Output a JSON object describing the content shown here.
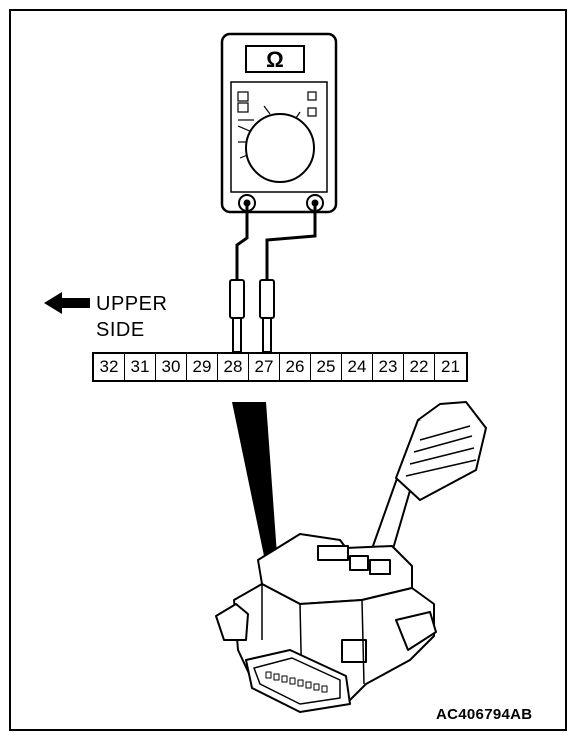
{
  "labels": {
    "upper": "UPPER",
    "side": "SIDE",
    "figure_code": "AC406794AB"
  },
  "meter": {
    "display_symbol": "Ω"
  },
  "connector": {
    "pins": [
      "32",
      "31",
      "30",
      "29",
      "28",
      "27",
      "26",
      "25",
      "24",
      "23",
      "22",
      "21"
    ],
    "probed_pins": [
      "28",
      "27"
    ]
  },
  "icons": {
    "arrow": "left-arrow-icon",
    "meter": "multimeter-icon",
    "switch": "column-switch-icon"
  }
}
